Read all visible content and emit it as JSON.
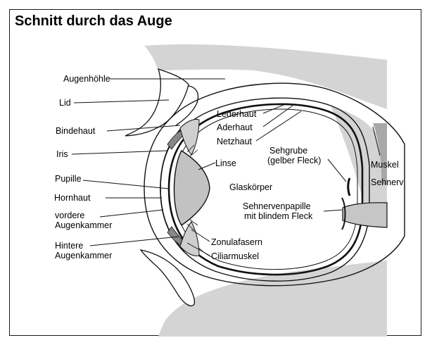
{
  "title": "Schnitt durch das Auge",
  "labels": {
    "augenhoehle": "Augenhöhle",
    "lid": "Lid",
    "bindehaut": "Bindehaut",
    "iris": "Iris",
    "pupille": "Pupille",
    "hornhaut": "Hornhaut",
    "vordere_1": "vordere",
    "vordere_2": "Augenkammer",
    "hintere_1": "Hintere",
    "hintere_2": "Augenkammer",
    "lederhaut": "Lederhaut",
    "aderhaut": "Aderhaut",
    "netzhaut": "Netzhaut",
    "linse": "Linse",
    "glaskoerper": "Glaskörper",
    "sehgrube_1": "Sehgrube",
    "sehgrube_2": "(gelber Fleck)",
    "muskel": "Muskel",
    "sehnerv": "Sehnerv",
    "papille_1": "Sehnervenpapille",
    "papille_2": "mit blindem Fleck",
    "zonulafasern": "Zonulafasern",
    "ciliarmuskel": "Ciliarmuskel"
  },
  "colors": {
    "tissue": "#d4d4d4",
    "lens": "#c2c2c2",
    "stroke": "#111111"
  }
}
